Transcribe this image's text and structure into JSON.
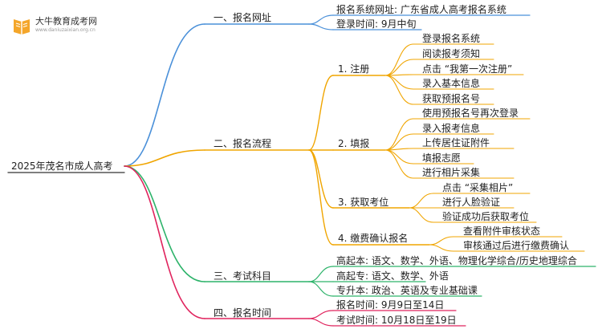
{
  "logo": {
    "name": "大牛教育成考网",
    "url": "www.daniuzaixian.org.cn"
  },
  "root": "2025年茂名市成人高考",
  "branches": [
    {
      "label": "一、报名网址",
      "color": "#4a90d9",
      "items": [
        "报名系统网址: 广东省成人高考报名系统",
        "登录时间: 9月中旬"
      ]
    },
    {
      "label": "二、报名流程",
      "color": "#f0a500",
      "subs": [
        {
          "label": "1. 注册",
          "items": [
            "登录报名系统",
            "阅读报考须知",
            "点击 “我第一次注册”",
            "录入基本信息",
            "获取预报名号"
          ]
        },
        {
          "label": "2. 填报",
          "items": [
            "使用预报名号再次登录",
            "录入报考信息",
            "上传居住证附件",
            "填报志愿",
            "进行相片采集"
          ]
        },
        {
          "label": "3. 获取考位",
          "items": [
            "点击 “采集相片”",
            "进行人脸验证",
            "验证成功后获取考位"
          ]
        },
        {
          "label": "4. 缴费确认报名",
          "items": [
            "查看附件审核状态",
            "审核通过后进行缴费确认"
          ]
        }
      ]
    },
    {
      "label": "三、考试科目",
      "color": "#2db36a",
      "items": [
        "高起本: 语文、数学、外语、物理化学综合/历史地理综合",
        "高起专: 语文、数学、外语",
        "专升本: 政治、英语及专业基础课"
      ]
    },
    {
      "label": "四、报名时间",
      "color": "#e0245e",
      "items": [
        "报名时间: 9月9日至14日",
        "考试时间: 10月18日至19日"
      ]
    }
  ]
}
